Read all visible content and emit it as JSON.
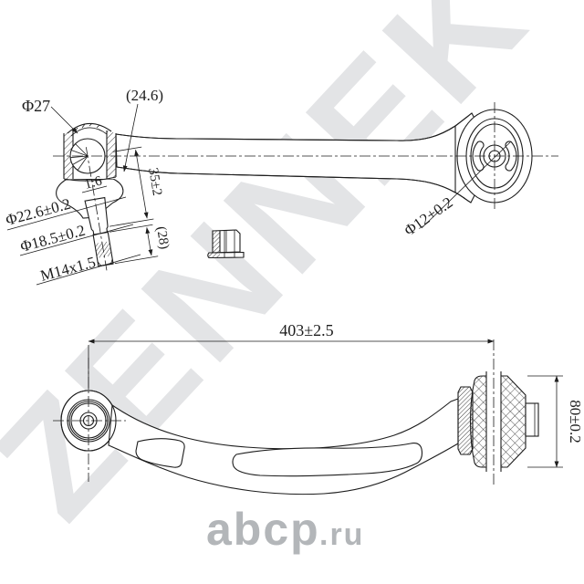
{
  "drawing": {
    "line_color": "#1d1d1d",
    "background": "#ffffff"
  },
  "watermarks": {
    "brand": "ZENNEK",
    "brand_color": "#e3e4e6",
    "site_name": "abcp",
    "site_tld": ".ru",
    "site_color": "#b3b6b9"
  },
  "top_view": {
    "labels": {
      "ball_diameter": "Φ27",
      "socket_width": "(24.6)",
      "taper": "1:6",
      "cone_top_diameter": "Φ22.6±0.2",
      "cone_bottom_diameter": "Φ18.5±0.2",
      "thread": "M14x1.5",
      "thread_length": "(28)",
      "stud_length": "35±2",
      "bushing_hole_diameter": "Φ12+0.2"
    }
  },
  "bottom_view": {
    "labels": {
      "arm_length": "403±2.5",
      "bushing_height": "80±0.2"
    }
  }
}
